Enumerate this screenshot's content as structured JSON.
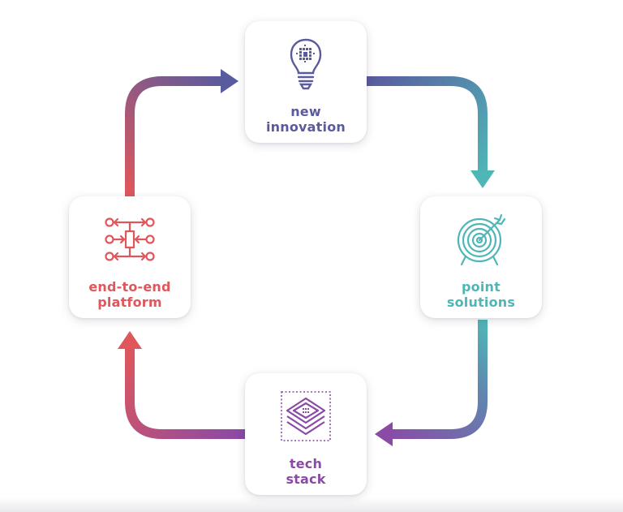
{
  "colors": {
    "innovation": "#5a5a9e",
    "point": "#4fb6b8",
    "tech": "#8a4aa6",
    "platform": "#e0575b"
  },
  "nodes": {
    "new_innovation": {
      "line1": "new",
      "line2": "innovation",
      "icon": "lightbulb-icon"
    },
    "point_solutions": {
      "line1": "point",
      "line2": "solutions",
      "icon": "target-icon"
    },
    "tech_stack": {
      "line1": "tech",
      "line2": "stack",
      "icon": "layers-icon"
    },
    "end_to_end_platform": {
      "line1": "end-to-end",
      "line2": "platform",
      "icon": "circuit-platform-icon"
    }
  }
}
